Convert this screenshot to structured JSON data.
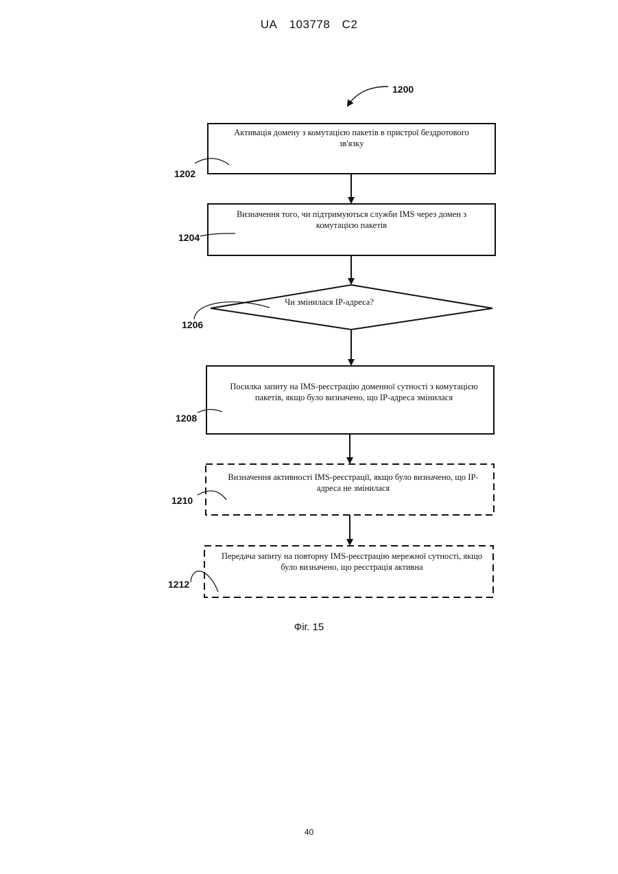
{
  "header": {
    "country": "UA",
    "number": "103778",
    "kind": "C2"
  },
  "diagram": {
    "ref_main": "1200",
    "steps": [
      {
        "ref": "1202",
        "text": "Активація домену з комутацією пакетів в пристрої бездротового зв'язку",
        "shape": "rect",
        "border": "solid"
      },
      {
        "ref": "1204",
        "text": "Визначення того, чи підтримуються служби IMS через домен з комутацією пакетів",
        "shape": "rect",
        "border": "solid"
      },
      {
        "ref": "1206",
        "text": "Чи змінилася IP-адреса?",
        "shape": "diamond",
        "border": "solid"
      },
      {
        "ref": "1208",
        "text": "Посилка запиту на IMS-реєстрацію доменної сутності з комутацією пакетів, якщо було визначено, що IP-адреса змінилася",
        "shape": "rect",
        "border": "solid"
      },
      {
        "ref": "1210",
        "text": "Визначення активності IMS-реєстрації, якщо було визначено, що IP-адреса не змінилася",
        "shape": "rect",
        "border": "dashed"
      },
      {
        "ref": "1212",
        "text": "Передача запиту на повторну IMS-реєстрацію мережної сутності, якщо було визначено, що реєстрація активна",
        "shape": "rect",
        "border": "dashed"
      }
    ]
  },
  "caption": "Фіг. 15",
  "page_number": "40"
}
